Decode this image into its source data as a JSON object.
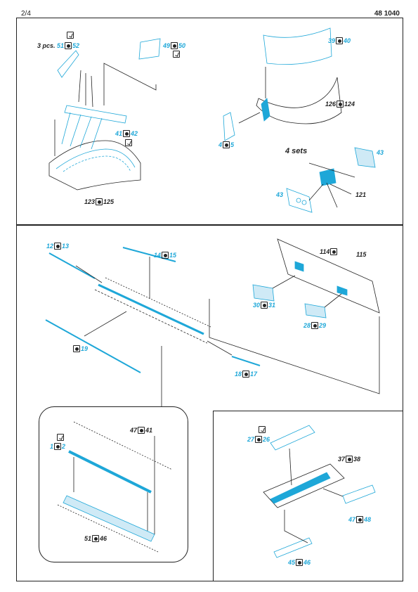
{
  "header": {
    "page": "2/4",
    "code": "48 1040"
  },
  "panel1": {
    "qty": "3 pcs.",
    "labels": {
      "p51": "51",
      "p52": "52",
      "p49": "49",
      "p50": "50",
      "p41": "41",
      "p42": "42",
      "p123": "123",
      "p125": "125"
    }
  },
  "panel2": {
    "sets": "4 sets",
    "labels": {
      "p39": "39",
      "p40": "40",
      "p126": "126",
      "p124": "124",
      "p4": "4",
      "p5": "5",
      "p43a": "43",
      "p43b": "43",
      "p121": "121"
    }
  },
  "panel3": {
    "labels": {
      "p12": "12",
      "p13": "13",
      "p14": "14",
      "p15": "15",
      "p114": "114",
      "p115": "115",
      "p30": "30",
      "p31": "31",
      "p28": "28",
      "p29": "29",
      "p19": "19",
      "p18": "18",
      "p17": "17"
    }
  },
  "panel4": {
    "labels": {
      "p47": "47",
      "p41": "41",
      "p1": "1",
      "p2": "2",
      "p51": "51",
      "p46": "46"
    }
  },
  "panel5": {
    "labels": {
      "p27": "27",
      "p26": "26",
      "p37": "37",
      "p38": "38",
      "p47": "47",
      "p48": "48",
      "p45": "45",
      "p46": "46"
    }
  },
  "colors": {
    "accent": "#1ea7d8",
    "accent_fill": "#cfeaf6",
    "line": "#222222"
  },
  "icons": {
    "symmetric": "mirror-part-icon",
    "glue": "glue-check-icon"
  }
}
